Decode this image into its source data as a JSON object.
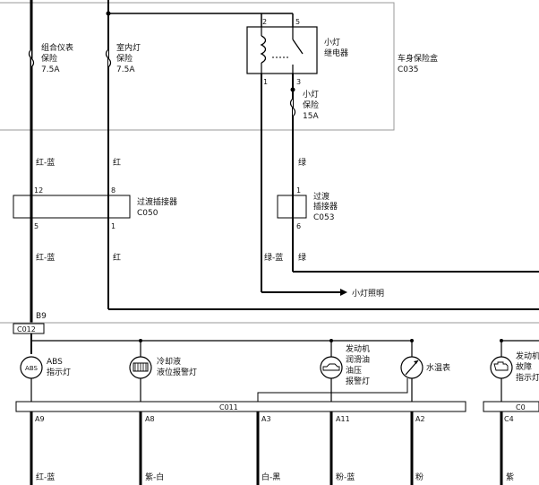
{
  "fuse_box": {
    "name": "车身保险盒",
    "code": "C035"
  },
  "fuses": [
    {
      "name": "组合仪表",
      "sub": "保险",
      "rating": "7.5A"
    },
    {
      "name": "室内灯",
      "sub": "保险",
      "rating": "7.5A"
    },
    {
      "name": "小灯",
      "sub": "保险",
      "rating": "15A"
    }
  ],
  "relay": {
    "name": "小灯",
    "sub": "继电器",
    "pins": {
      "p1": "1",
      "p2": "2",
      "p3": "3",
      "p5": "5"
    }
  },
  "connectors": {
    "c050": {
      "name": "过渡插接器",
      "code": "C050",
      "pin_top_left": "12",
      "pin_top_right": "8",
      "pin_bottom_left": "5",
      "pin_bottom_right": "1"
    },
    "c053": {
      "name": "过渡",
      "sub": "插接器",
      "code": "C053",
      "pin_top": "1",
      "pin_bottom": "6"
    },
    "c012": {
      "code": "C012",
      "pin": "B9"
    },
    "c011": {
      "code": "C011",
      "pins": [
        "A9",
        "A8",
        "A3",
        "A11",
        "A2"
      ]
    },
    "c0x": {
      "code": "C0",
      "pin": "C4"
    }
  },
  "wire_colors": {
    "red_blue_1": "红-蓝",
    "red_1": "红",
    "green_1": "绿",
    "red_blue_2": "红-蓝",
    "red_2": "红",
    "green_blue": "绿-蓝",
    "green_2": "绿",
    "bottom": [
      "红-蓝",
      "紫-白",
      "白-黑",
      "粉-蓝",
      "粉",
      "紫"
    ]
  },
  "output_label": "小灯照明",
  "indicators": [
    {
      "icon_text": "ABS",
      "lines": [
        "ABS",
        "指示灯"
      ]
    },
    {
      "lines": [
        "冷却液",
        "液位报警灯"
      ]
    },
    {
      "lines": [
        "发动机",
        "润滑油",
        "油压",
        "报警灯"
      ]
    },
    {
      "lines": [
        "水温表"
      ]
    },
    {
      "lines": [
        "发动机",
        "故障",
        "指示灯"
      ]
    }
  ]
}
